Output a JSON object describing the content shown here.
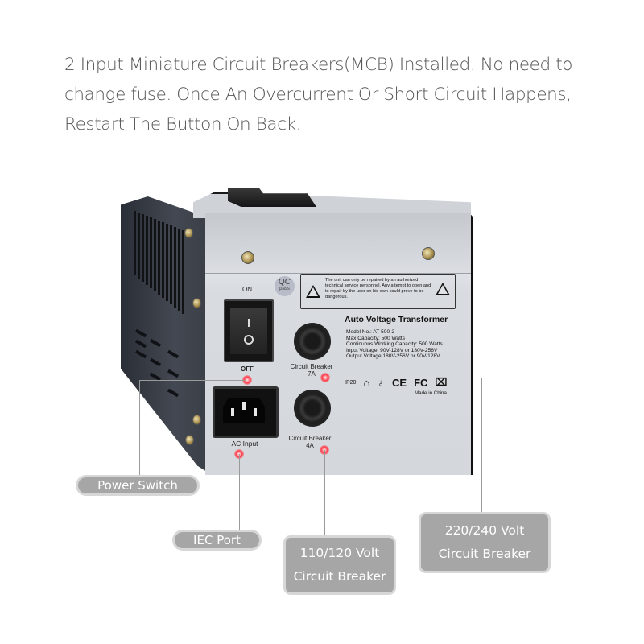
{
  "headline": {
    "lines": [
      "2 Input Miniature Circuit Breakers(MCB) Installed. No need to",
      "change fuse. Once An Overcurrent Or Short Circuit Happens,",
      "Restart The Button On Back."
    ]
  },
  "device": {
    "panel_labels": {
      "on": "ON",
      "off": "OFF",
      "ac_input": "AC Input",
      "breaker_7a_line1": "Circuit Breaker",
      "breaker_7a_line2": "7A",
      "breaker_4a_line1": "Circuit Breaker",
      "breaker_4a_line2": "4A"
    },
    "qc_badge": {
      "line1": "QC",
      "line2": "pass"
    },
    "warning_text": "The unit can only be repaired by an authorized technical service personnel. Any attempt to open and to repair by the user on his own could prove to be dangerous.",
    "spec_title": "Auto Voltage Transformer",
    "specs": [
      "Model No.: AT-500-2",
      "Max Capacity: 500 Watts",
      "Continuous Working Capacity: 500 Watts",
      "Input Voltage: 90V-128V or 180V-256V",
      "Output Voltage:180V-256V or 90V-128V"
    ],
    "marks": {
      "ip": "IP20",
      "house": "⌂",
      "bulb": "♁",
      "ce": "CE",
      "fc": "FC",
      "weee": "⌧"
    },
    "made_in": "Made in China"
  },
  "callouts": {
    "power_switch": "Power Switch",
    "iec_port": "IEC Port",
    "breaker_110_line1": "110/120 Volt",
    "breaker_110_line2": "Circuit Breaker",
    "breaker_220_line1": "220/240 Volt",
    "breaker_220_line2": "Circuit Breaker"
  },
  "colors": {
    "headline_text": "#555555",
    "callout_fill": "#a6a6a6",
    "callout_border": "#d7d7d7",
    "indicator_dot": "#ff3b4a"
  }
}
